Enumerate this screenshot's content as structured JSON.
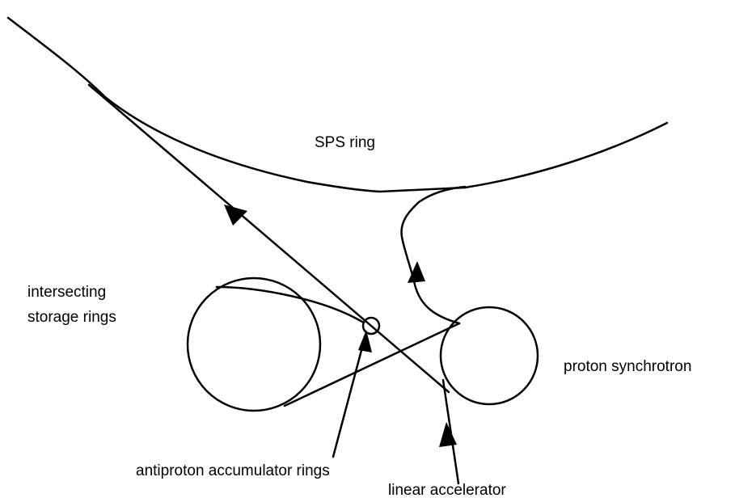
{
  "labels": {
    "sps_ring": "SPS ring",
    "isr_line1": "intersecting",
    "isr_line2": "storage rings",
    "proton_synchrotron": "proton synchrotron",
    "antiproton_accumulator": "antiproton accumulator rings",
    "linear_accelerator": "linear accelerator"
  }
}
